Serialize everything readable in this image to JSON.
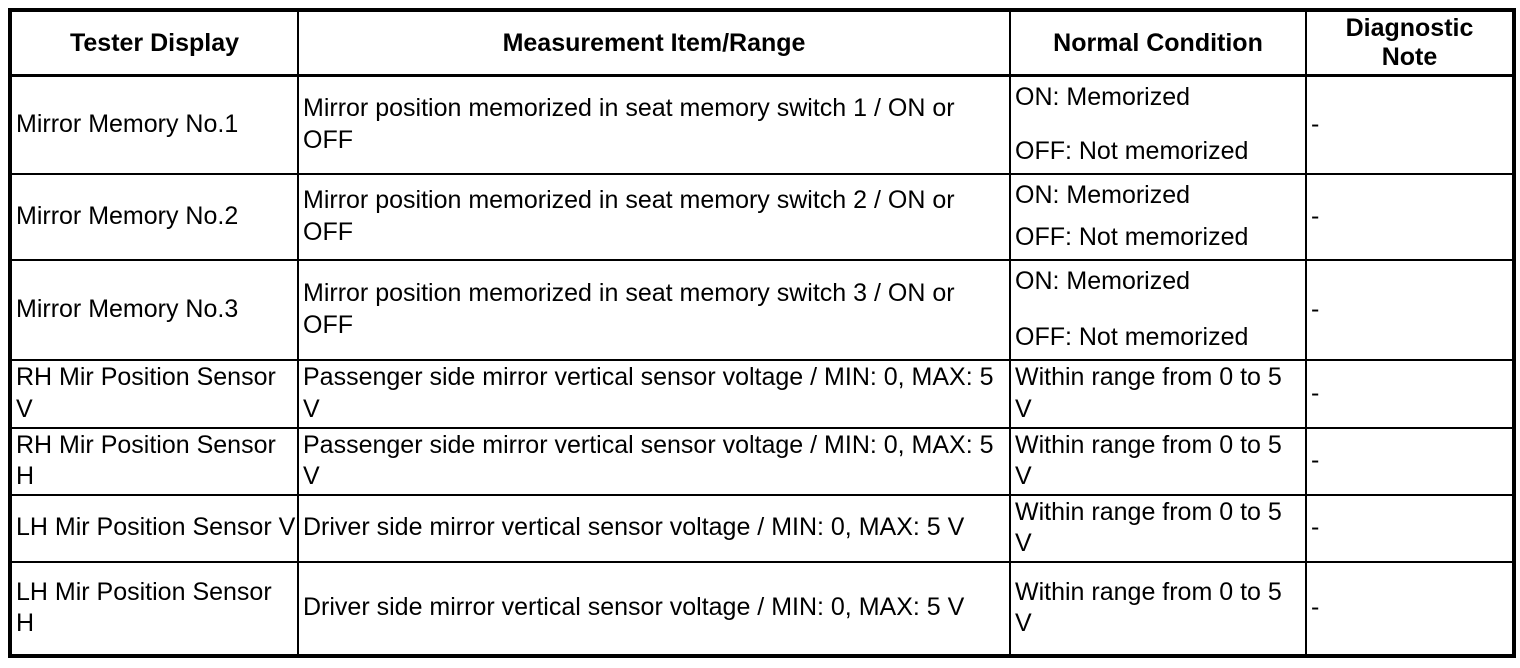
{
  "page": {
    "background_color": "#ffffff",
    "text_color": "#000000",
    "border_color": "#000000"
  },
  "table": {
    "headers": [
      "Tester Display",
      "Measurement Item/Range",
      "Normal Condition",
      "Diagnostic Note"
    ],
    "rows": [
      {
        "tester_display": "Mirror Memory No.1",
        "measurement_item_range": "Mirror position memorized in seat memory switch 1 / ON or OFF",
        "normal_condition": [
          "ON: Memorized",
          "OFF: Not memorized"
        ],
        "diagnostic_note": "-"
      },
      {
        "tester_display": "Mirror Memory No.2",
        "measurement_item_range": "Mirror position memorized in seat memory switch 2 / ON or OFF",
        "normal_condition": [
          "ON: Memorized",
          "OFF: Not memorized"
        ],
        "diagnostic_note": "-"
      },
      {
        "tester_display": "Mirror Memory No.3",
        "measurement_item_range": "Mirror position memorized in seat memory switch 3 / ON or OFF",
        "normal_condition": [
          "ON: Memorized",
          "OFF: Not memorized"
        ],
        "diagnostic_note": "-"
      },
      {
        "tester_display": "RH Mir Position Sensor V",
        "measurement_item_range": "Passenger side mirror vertical sensor voltage / MIN: 0, MAX: 5 V",
        "normal_condition": [
          "Within range from 0 to 5 V"
        ],
        "diagnostic_note": "-"
      },
      {
        "tester_display": "RH Mir Position Sensor H",
        "measurement_item_range": "Passenger side mirror vertical sensor voltage / MIN: 0, MAX: 5 V",
        "normal_condition": [
          "Within range from 0 to 5 V"
        ],
        "diagnostic_note": "-"
      },
      {
        "tester_display": "LH Mir Position Sensor V",
        "measurement_item_range": "Driver side mirror vertical sensor voltage / MIN: 0, MAX: 5 V",
        "normal_condition": [
          "Within range from 0 to 5 V"
        ],
        "diagnostic_note": "-"
      },
      {
        "tester_display": "LH Mir Position Sensor H",
        "measurement_item_range": "Driver side mirror vertical sensor voltage / MIN: 0, MAX: 5 V",
        "normal_condition": [
          "Within range from 0 to 5 V"
        ],
        "diagnostic_note": "-"
      }
    ]
  }
}
